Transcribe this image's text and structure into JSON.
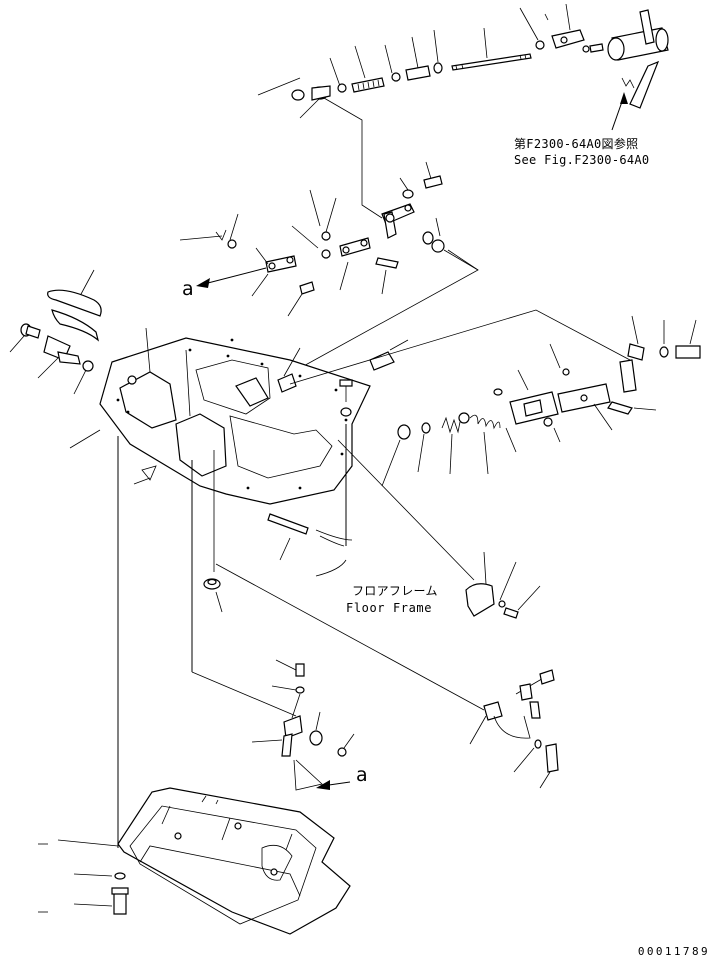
{
  "reference_note": {
    "japanese": "第F2300-64A0図参照",
    "english": "See Fig.F2300-64A0"
  },
  "floor_frame": {
    "japanese": "フロアフレーム",
    "english": "Floor Frame"
  },
  "view_marks": [
    "a",
    "a"
  ],
  "drawing_number": "00011789"
}
